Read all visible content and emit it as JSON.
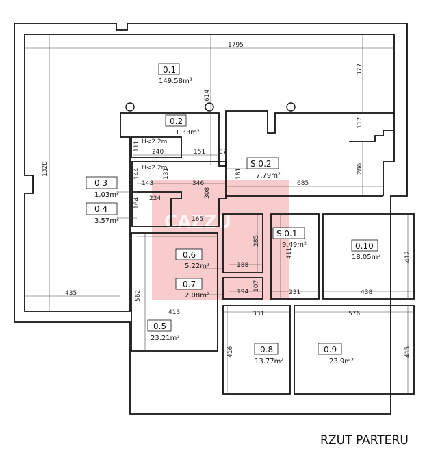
{
  "plan_title": "RZUT PARTERU",
  "watermark": "CAZZU",
  "rooms": {
    "r01": {
      "id": "0.1",
      "area": "149.58m²"
    },
    "r02": {
      "id": "0.2",
      "area": "1.33m²"
    },
    "r03": {
      "id": "0.3",
      "area": "1.03m²"
    },
    "r04": {
      "id": "0.4",
      "area": "3.57m²"
    },
    "r05": {
      "id": "0.5",
      "area": "23.21m²"
    },
    "r06": {
      "id": "0.6",
      "area": "5.22m²"
    },
    "r07": {
      "id": "0.7",
      "area": "2.08m²"
    },
    "r08": {
      "id": "0.8",
      "area": "13.77m²"
    },
    "r09": {
      "id": "0.9",
      "area": "23.9m²"
    },
    "r10": {
      "id": "0.10",
      "area": "18.05m²"
    },
    "s01": {
      "id": "S.0.1",
      "area": "9.49m²"
    },
    "s02": {
      "id": "S.0.2",
      "area": "7.79m²"
    }
  },
  "dims": {
    "d1795": "1795",
    "d377": "377",
    "d614": "614",
    "d117": "117",
    "d1328": "1328",
    "d286": "286",
    "d435": "435",
    "d685": "685",
    "d87": "87",
    "d240": "240",
    "d151": "151",
    "d111": "111",
    "d346": "346",
    "d143": "143",
    "d224": "224",
    "d144": "144",
    "d131": "131",
    "d181": "181",
    "d308": "308",
    "d164": "164",
    "d165": "165",
    "d285": "285",
    "d188": "188",
    "d194": "194",
    "d107": "107",
    "d411": "411",
    "d231": "231",
    "d412": "412",
    "d438": "438",
    "d413": "413",
    "d562": "562",
    "d331": "331",
    "d576": "576",
    "d416": "416",
    "d415": "415"
  },
  "height_notes": {
    "h1": "H<2.2m",
    "h2": "H<2.2m"
  }
}
